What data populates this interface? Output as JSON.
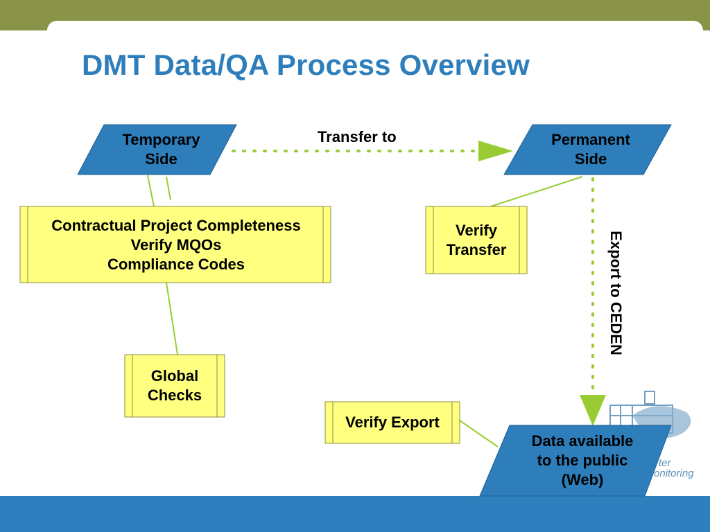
{
  "slide": {
    "title": "DMT Data/QA Process Overview"
  },
  "nodes": {
    "temporary_side": [
      "Temporary",
      "Side"
    ],
    "permanent_side": [
      "Permanent",
      "Side"
    ],
    "qa_checks": [
      "Contractual Project Completeness",
      "Verify MQOs",
      "Compliance Codes"
    ],
    "global_checks": [
      "Global",
      "Checks"
    ],
    "verify_transfer": [
      "Verify",
      "Transfer"
    ],
    "verify_export": [
      "Verify Export"
    ],
    "data_public": [
      "Data available",
      "to the public",
      "(Web)"
    ]
  },
  "edges": {
    "transfer_to": "Transfer to",
    "export_to_ceden": "Export to CEDEN"
  },
  "logo": {
    "text_line1": "ter",
    "text_line2": "onitoring"
  },
  "colors": {
    "title": "#2e7ebb",
    "parallelogram_fill": "#2e7ebb",
    "box_fill": "#ffff80",
    "connector": "#99cc33",
    "top_band": "#8a9448",
    "bottom_band": "#2d7fbd"
  }
}
